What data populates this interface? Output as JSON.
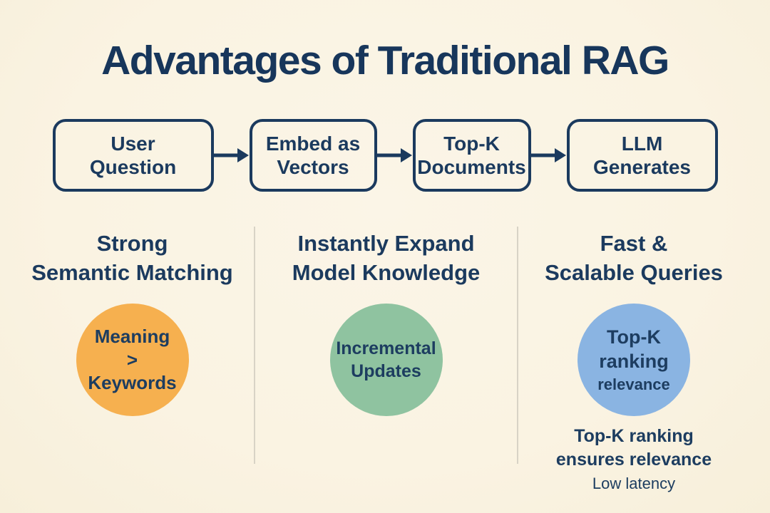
{
  "title": "Advantages of Traditional RAG",
  "colors": {
    "background": "#faf3e2",
    "navy": "#1b3a5e",
    "orange": "#f6b04f",
    "green": "#8fc3a0",
    "blue": "#8ab4e2",
    "divider": "#d8d3c6"
  },
  "flow": {
    "steps": [
      {
        "label": "User\nQuestion"
      },
      {
        "label": "Embed as\nVectors"
      },
      {
        "label": "Top-K\nDocuments"
      },
      {
        "label": "LLM\nGenerates"
      }
    ]
  },
  "columns": [
    {
      "heading": "Strong\nSemantic Matching",
      "circle_color": "#f6b04f",
      "circle_text": "Meaning\n>\nKeywords"
    },
    {
      "heading": "Instantly Expand\nModel Knowledge",
      "circle_color": "#8fc3a0",
      "circle_text": "Incremental\nUpdates"
    },
    {
      "heading": "Fast &\nScalable Queries",
      "circle_color": "#8ab4e2",
      "circle_text": "Top-K\nranking",
      "circle_subtext": "relevance",
      "note_1": "Top-K ranking\nensures relevance",
      "note_2": "Low latency"
    }
  ]
}
